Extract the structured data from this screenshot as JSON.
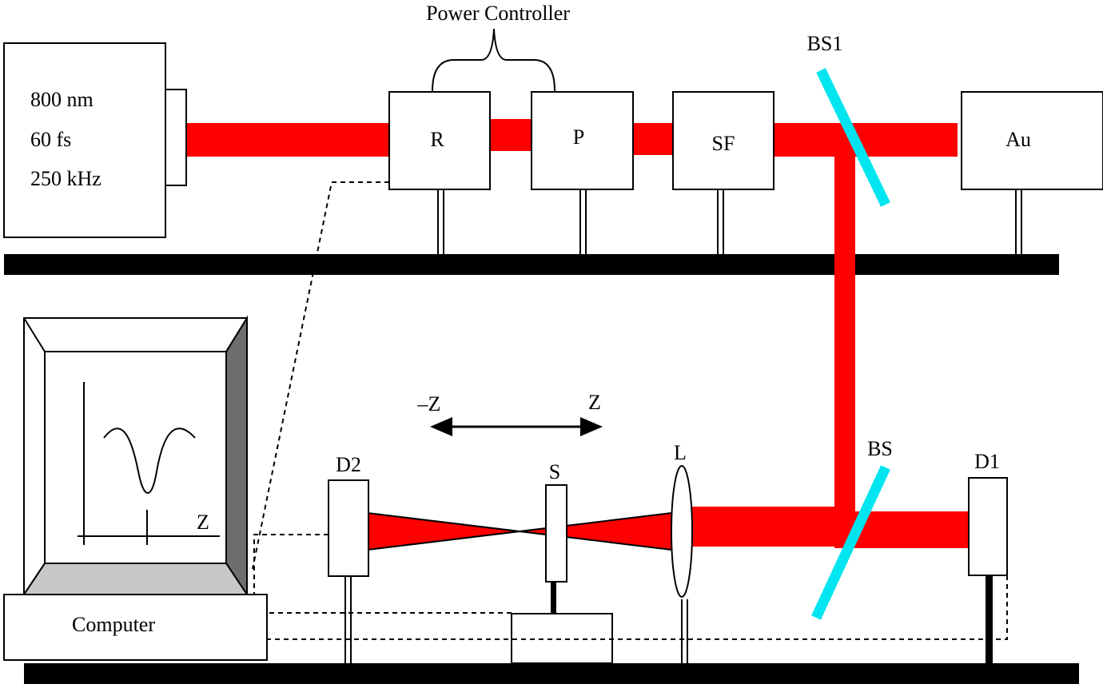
{
  "colors": {
    "beam": "#ff0000",
    "splitter": "#00e5f0",
    "rail": "#000000",
    "monitor_side": "#6e6e6e",
    "monitor_base": "#c8c8c8"
  },
  "laser": {
    "wavelength": "800 nm",
    "pulse": "60 fs",
    "rate": "250 kHz"
  },
  "power_controller_label": "Power Controller",
  "components": {
    "rotator": "R",
    "polarizer": "P",
    "spatial_filter": "SF",
    "au": "Au",
    "beam_splitter_1": "BS1",
    "beam_splitter": "BS",
    "detector_1": "D1",
    "detector_2": "D2",
    "lens": "L",
    "sample": "S"
  },
  "scan": {
    "minus": "–Z",
    "plus": "Z"
  },
  "monitor": {
    "axis_label": "Z"
  },
  "computer_label": "Computer"
}
